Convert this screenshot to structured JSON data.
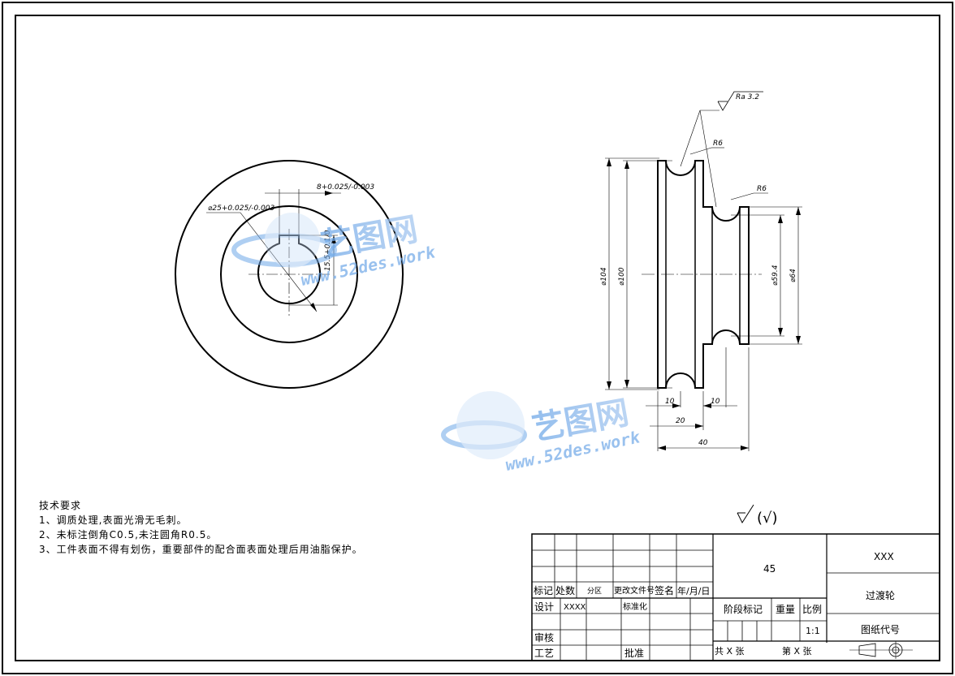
{
  "technical_requirements": {
    "title": "技术要求",
    "items": [
      "1、调质处理,表面光滑无毛刺。",
      "2、未标注倒角C0.5,未注圆角R0.5。",
      "3、工件表面不得有划伤，重要部件的配合面表面处理后用油脂保护。"
    ]
  },
  "watermark": {
    "brand": "艺图网",
    "url": "www.52des.work"
  },
  "surface_finish": {
    "roughness": "Ra 3.2",
    "general_symbol_text": "(√)"
  },
  "dimensions": {
    "front_view": {
      "bore": "⌀25+0.025/-0.003",
      "keyway_width": "8+0.025/-0.003",
      "keyway_depth": "15.5+0.1/0"
    },
    "side_view": {
      "outer_diameter": "⌀104",
      "groove_diameter": "⌀100",
      "hub_diameter": "⌀64",
      "hub_groove_diameter": "⌀59.4",
      "radius_1": "R6",
      "radius_2": "R6",
      "width_10_left": "10",
      "width_10_right": "10",
      "width_20": "20",
      "width_40": "40"
    }
  },
  "title_block": {
    "material": "45",
    "company": "XXX",
    "part_name": "过渡轮",
    "drawing_code_label": "图纸代号",
    "headers": {
      "mark": "标记",
      "count": "处数",
      "zone": "分区",
      "change_doc": "更改文件号",
      "signature": "签名",
      "date": "年/月/日"
    },
    "design_label": "设计",
    "designer": "XXXX",
    "standardization_label": "标准化",
    "review_label": "审核",
    "process_label": "工艺",
    "approve_label": "批准",
    "stage_mark_label": "阶段标记",
    "weight_label": "重量",
    "scale_label": "比例",
    "scale": "1:1",
    "total_sheets": "共 X 张",
    "sheet_no": "第 X 张"
  }
}
